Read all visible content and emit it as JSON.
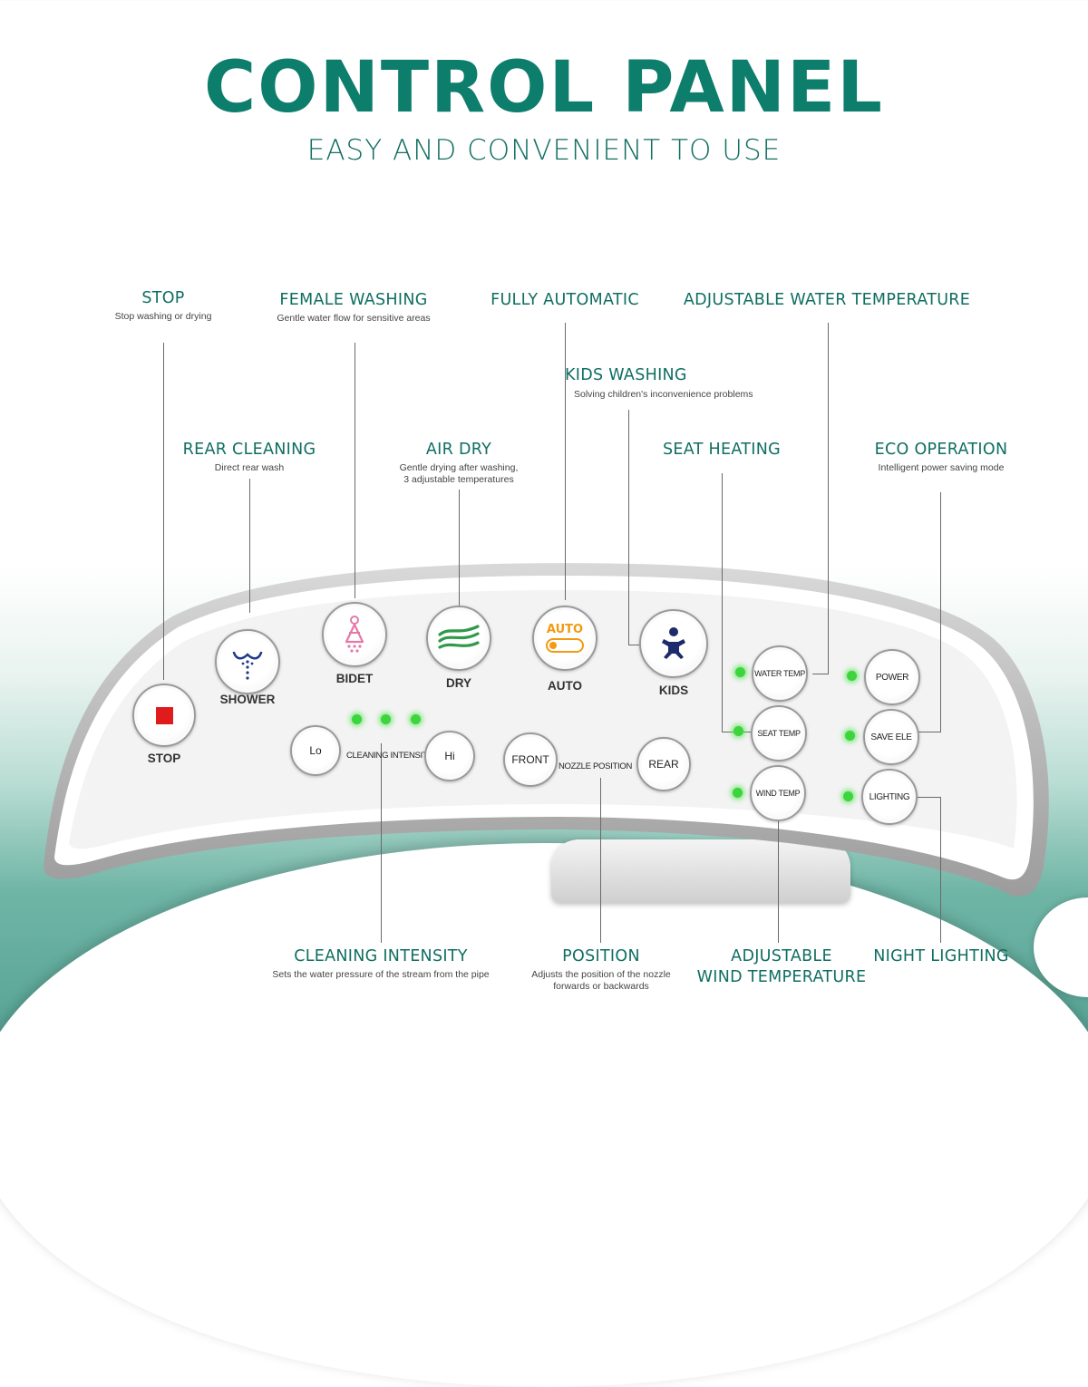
{
  "header": {
    "title": "CONTROL PANEL",
    "subtitle": "EASY AND CONVENIENT TO USE"
  },
  "callouts": {
    "stop": {
      "title": "STOP",
      "desc": "Stop washing or drying"
    },
    "female_washing": {
      "title": "FEMALE WASHING",
      "desc": "Gentle water flow for sensitive areas"
    },
    "fully_automatic": {
      "title": "FULLY AUTOMATIC"
    },
    "adjustable_water_temperature": {
      "title": "ADJUSTABLE WATER TEMPERATURE"
    },
    "kids_washing": {
      "title": "KIDS WASHING",
      "desc": "Solving children's inconvenience problems"
    },
    "rear_cleaning": {
      "title": "REAR CLEANING",
      "desc": "Direct rear wash"
    },
    "air_dry": {
      "title": "AIR DRY",
      "desc_line1": "Gentle drying after washing,",
      "desc_line2": "3 adjustable temperatures"
    },
    "seat_heating": {
      "title": "SEAT HEATING"
    },
    "eco_operation": {
      "title": "ECO OPERATION",
      "desc": "Intelligent power saving mode"
    },
    "cleaning_intensity": {
      "title": "CLEANING INTENSITY",
      "desc": "Sets the water pressure of the stream from the pipe"
    },
    "position": {
      "title": "POSITION",
      "desc_line1": "Adjusts the position of the nozzle",
      "desc_line2": "forwards or backwards"
    },
    "adjustable_wind_temperature": {
      "title_line1": "ADJUSTABLE",
      "title_line2": "WIND TEMPERATURE"
    },
    "night_lighting": {
      "title": "NIGHT LIGHTING"
    }
  },
  "panel": {
    "buttons": {
      "stop": "STOP",
      "shower": "SHOWER",
      "bidet": "BIDET",
      "dry": "DRY",
      "auto": "AUTO",
      "auto_icon_text": "AUTO",
      "kids": "KIDS",
      "lo": "Lo",
      "hi": "Hi",
      "front": "FRONT",
      "rear": "REAR",
      "water_temp": "WATER TEMP",
      "seat_temp": "SEAT TEMP",
      "wind_temp": "WIND TEMP",
      "power": "POWER",
      "save_ele": "SAVE ELE",
      "lighting": "LIGHTING"
    },
    "cleaning_intensity_label": "CLEANING INTENSITY",
    "nozzle_position_label": "NOZZLE POSITION",
    "colors": {
      "accent": "#0d7d6c",
      "led": "#3dd43d",
      "stop_red": "#e01b1b",
      "bidet_pink": "#e47aa8",
      "dry_green": "#2f9a4a",
      "auto_orange": "#f29a12",
      "kids_navy": "#1d2a6b"
    }
  }
}
